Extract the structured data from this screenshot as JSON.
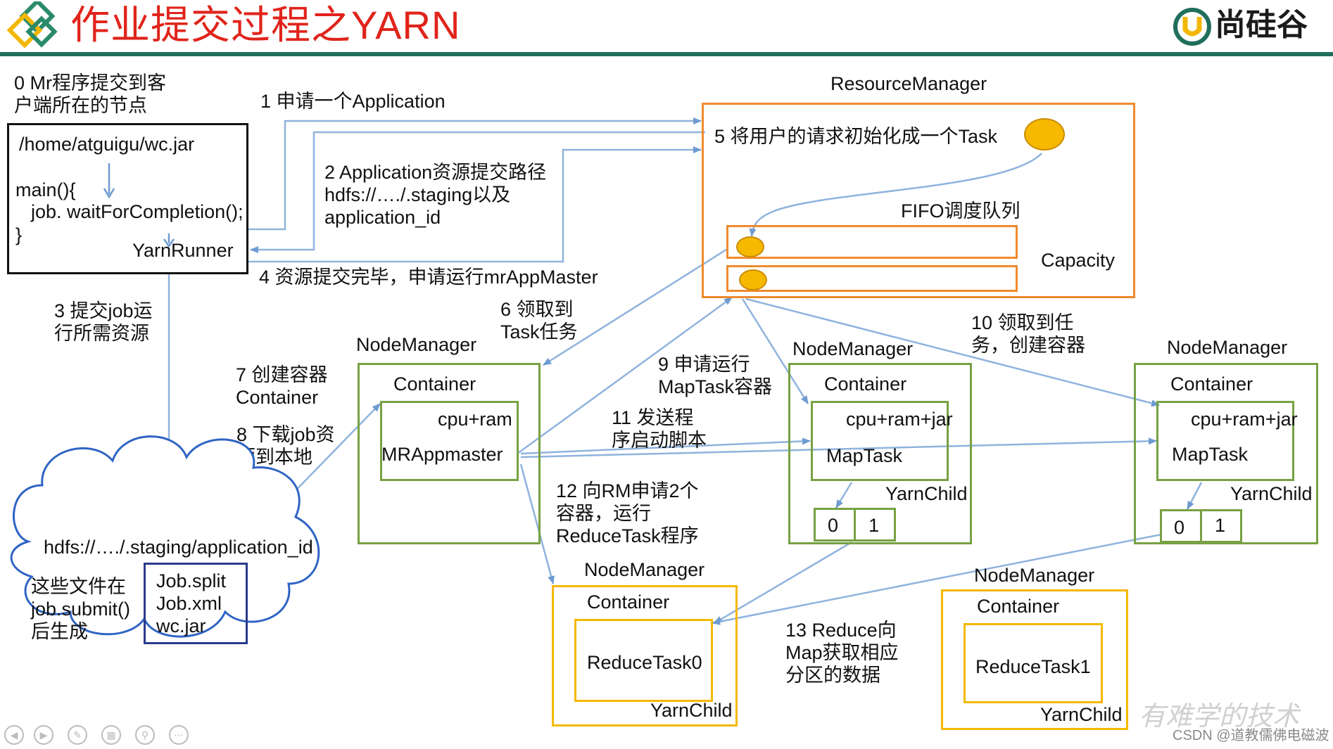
{
  "header": {
    "title": "作业提交过程之YARN",
    "brand": "尚硅谷"
  },
  "colors": {
    "title_red": "#e0241b",
    "header_rule": "#1f6f5c",
    "resource_manager_border": "#ef8a2e",
    "node_manager_green": "#77a143",
    "reduce_yellow": "#f5b800",
    "client_box_navy": "#2b3a8c",
    "arrow_blue": "#6e9bd0",
    "task_dot": "#f7b800"
  },
  "client": {
    "step0": [
      "0 Mr程序提交到客",
      "户端所在的节点"
    ],
    "jar_path": "/home/atguigu/wc.jar",
    "code_main": "main(){",
    "code_wait": "job. waitForCompletion();",
    "code_close": "}",
    "runner": "YarnRunner"
  },
  "steps": {
    "s1": "1 申请一个Application",
    "s2": [
      "2 Application资源提交路径",
      "hdfs://…./.staging以及",
      "application_id"
    ],
    "s3": [
      "3 提交job运",
      "行所需资源"
    ],
    "s4": "4 资源提交完毕，申请运行mrAppMaster",
    "s5": "5 将用户的请求初始化成一个Task",
    "s6": [
      "6 领取到",
      "Task任务"
    ],
    "s7": [
      "7 创建容器",
      "Container"
    ],
    "s8": [
      "8 下载job资",
      "源到本地"
    ],
    "s9": [
      "9 申请运行",
      "MapTask容器"
    ],
    "s10": [
      "10 领取到任",
      "务，创建容器"
    ],
    "s11": [
      "11 发送程",
      "序启动脚本"
    ],
    "s12": [
      "12 向RM申请2个",
      "容器，运行",
      "ReduceTask程序"
    ],
    "s13": [
      "13 Reduce向",
      "Map获取相应",
      "分区的数据"
    ]
  },
  "resource_manager": {
    "label": "ResourceManager",
    "queue_label": "FIFO调度队列",
    "capacity_label": "Capacity"
  },
  "hdfs": {
    "path": "hdfs://…./.staging/application_id",
    "note": [
      "这些文件在",
      "job.submit()",
      "后生成"
    ],
    "files": [
      "Job.split",
      "Job.xml",
      "wc.jar"
    ]
  },
  "node_managers": {
    "app_master": {
      "label": "NodeManager",
      "container": "Container",
      "resources": "cpu+ram",
      "task": "MRAppmaster"
    },
    "map1": {
      "label": "NodeManager",
      "container": "Container",
      "resources": "cpu+ram+jar",
      "task": "MapTask",
      "child": "YarnChild",
      "partitions": [
        "0",
        "1"
      ]
    },
    "map2": {
      "label": "NodeManager",
      "container": "Container",
      "resources": "cpu+ram+jar",
      "task": "MapTask",
      "child": "YarnChild",
      "partitions": [
        "0",
        "1"
      ]
    },
    "reduce0": {
      "label": "NodeManager",
      "container": "Container",
      "task": "ReduceTask0",
      "child": "YarnChild"
    },
    "reduce1": {
      "label": "NodeManager",
      "container": "Container",
      "task": "ReduceTask1",
      "child": "YarnChild"
    }
  },
  "footer": {
    "watermark": "有难学的技术",
    "credit": "CSDN @道教儒佛电磁波"
  },
  "icons": [
    "prev-slide-icon",
    "next-slide-icon",
    "pen-icon",
    "slides-grid-icon",
    "zoom-icon",
    "more-icon"
  ]
}
